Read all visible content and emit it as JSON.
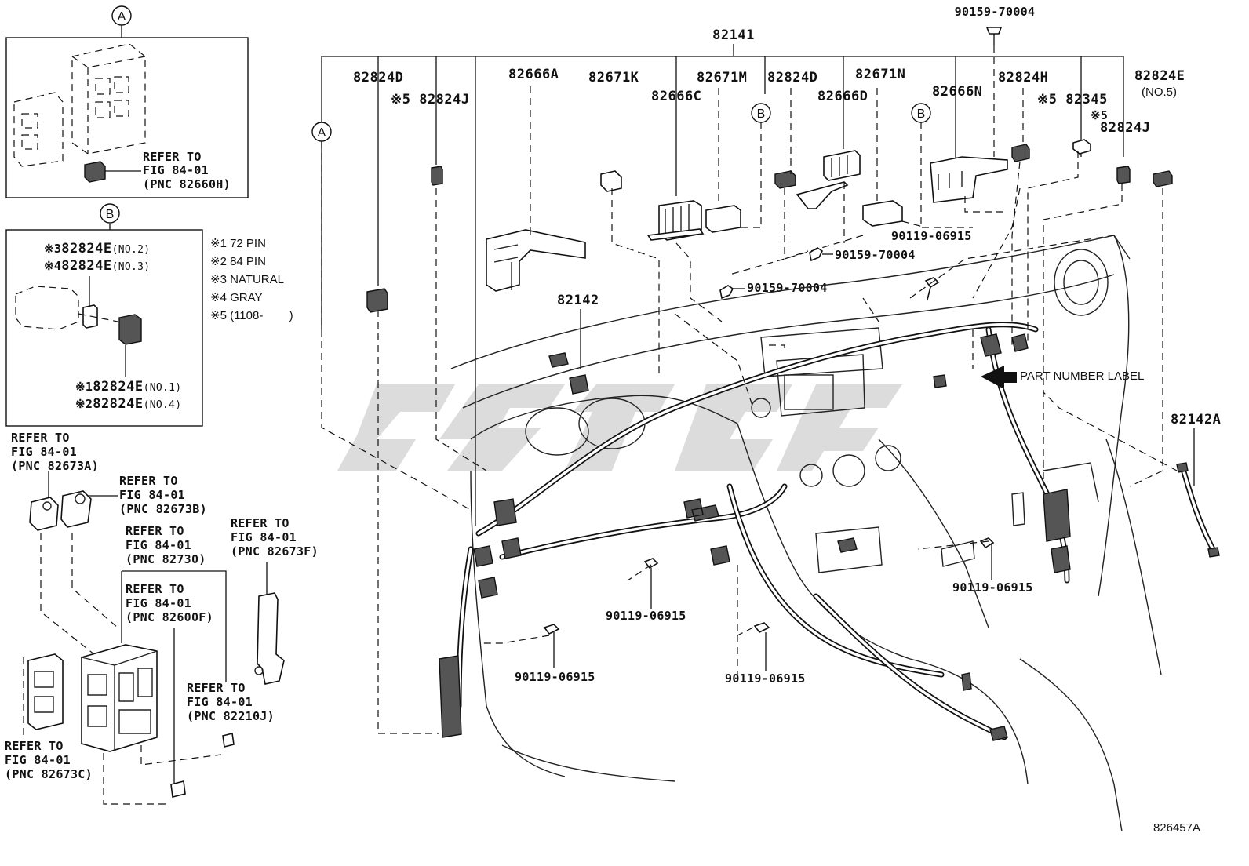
{
  "diagram_code": "826457A",
  "main_label": "82141",
  "top_bolt": "90159-70004",
  "callouts": [
    {
      "text": "82824D"
    },
    {
      "text": "※5 82824J"
    },
    {
      "text": "82666A"
    },
    {
      "text": "82671K"
    },
    {
      "text": "82666C"
    },
    {
      "text": "82671M"
    },
    {
      "text": "82824D"
    },
    {
      "text": "82666D"
    },
    {
      "text": "82671N"
    },
    {
      "text": "82666N"
    },
    {
      "text": "82824H"
    },
    {
      "text": "※5 82345"
    },
    {
      "text": "82824E"
    },
    {
      "text": "(NO.5)"
    },
    {
      "text": "※5"
    },
    {
      "text": "82824J"
    },
    {
      "text": "82142"
    },
    {
      "text": "82142A"
    },
    {
      "text": "PART NUMBER LABEL"
    }
  ],
  "bolts": [
    {
      "text": "90119-06915"
    },
    {
      "text": "90159-70004"
    },
    {
      "text": "90159-70004"
    },
    {
      "text": "90119-06915"
    },
    {
      "text": "90119-06915"
    },
    {
      "text": "90119-06915"
    },
    {
      "text": "90119-06915"
    }
  ],
  "inset_a": {
    "marker": "A",
    "refer": [
      "REFER TO",
      "FIG 84-01",
      "(PNC 82660H)"
    ]
  },
  "inset_b": {
    "marker": "B",
    "items": [
      {
        "mark": "※3",
        "pn": "82824E",
        "sub": "(NO.2)"
      },
      {
        "mark": "※4",
        "pn": "82824E",
        "sub": "(NO.3)"
      },
      {
        "mark": "※1",
        "pn": "82824E",
        "sub": "(NO.1)"
      },
      {
        "mark": "※2",
        "pn": "82824E",
        "sub": "(NO.4)"
      }
    ]
  },
  "legend": [
    "※1 72 PIN",
    "※2 84 PIN",
    "※3 NATURAL",
    "※4 GRAY",
    "※5 (1108-        )"
  ],
  "markers": {
    "a": "A",
    "b1": "B",
    "b2": "B"
  },
  "refers": [
    {
      "lines": [
        "REFER TO",
        "FIG 84-01",
        "(PNC 82673A)"
      ]
    },
    {
      "lines": [
        "REFER TO",
        "FIG 84-01",
        "(PNC 82673B)"
      ]
    },
    {
      "lines": [
        "REFER TO",
        "FIG 84-01",
        "(PNC 82730)"
      ]
    },
    {
      "lines": [
        "REFER TO",
        "FIG 84-01",
        "(PNC 82600F)"
      ]
    },
    {
      "lines": [
        "REFER TO",
        "FIG 84-01",
        "(PNC 82673F)"
      ]
    },
    {
      "lines": [
        "REFER TO",
        "FIG 84-01",
        "(PNC 82210J)"
      ]
    },
    {
      "lines": [
        "REFER TO",
        "FIG 84-01",
        "(PNC 82673C)"
      ]
    }
  ]
}
